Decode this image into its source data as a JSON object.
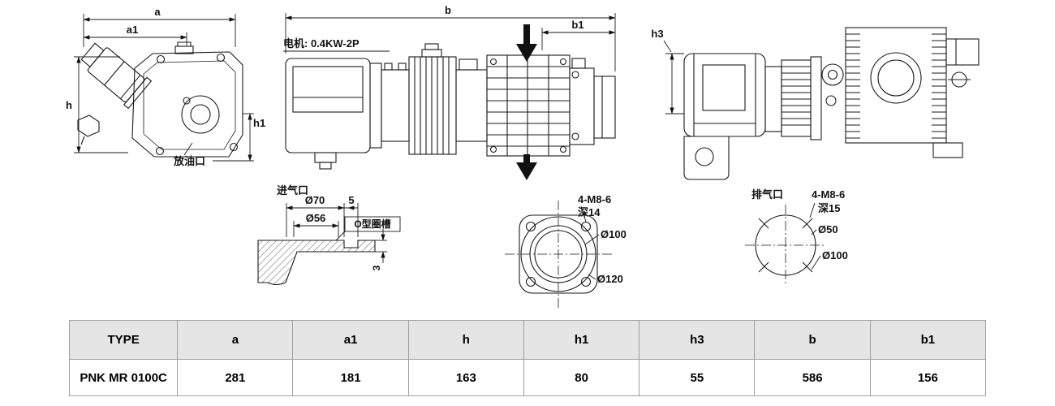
{
  "views": {
    "left": {
      "dim_a": "a",
      "dim_a1": "a1",
      "dim_h": "h",
      "dim_h1": "h1",
      "oil_drain": "放油口"
    },
    "front": {
      "motor_label": "电机: 0.4KW-2P",
      "dim_b": "b",
      "dim_b1": "b1"
    },
    "right": {
      "dim_h3": "h3"
    }
  },
  "details": {
    "inlet": {
      "title": "进气口",
      "d70": "Ø70",
      "w5": "5",
      "d56": "Ø56",
      "oring": "O型圈槽",
      "t3": "3"
    },
    "flange": {
      "bolts": "4-M8-6",
      "depth": "深14",
      "d100": "Ø100",
      "d120": "Ø120"
    },
    "exhaust": {
      "title": "排气口",
      "bolts": "4-M8-6",
      "depth": "深15",
      "d50": "Ø50",
      "d100": "Ø100"
    }
  },
  "table": {
    "headers": [
      "TYPE",
      "a",
      "a1",
      "h",
      "h1",
      "h3",
      "b",
      "b1"
    ],
    "rows": [
      [
        "PNK MR 0100C",
        "281",
        "181",
        "163",
        "80",
        "55",
        "586",
        "156"
      ]
    ]
  },
  "colors": {
    "line": "#1a1a1a",
    "table_header_bg": "#e5e5e5",
    "table_border": "#9f9f9f"
  }
}
